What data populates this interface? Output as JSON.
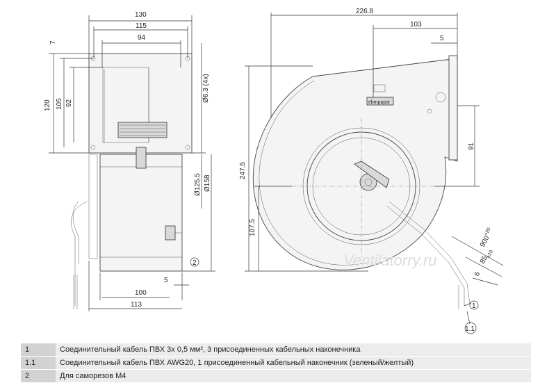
{
  "side_view": {
    "dims": {
      "w130": "130",
      "w115": "115",
      "w94": "94",
      "h7": "7",
      "h120": "120",
      "h105": "105",
      "h92": "92",
      "hole": "Ø6.3 (4x)",
      "d125": "Ø125.5",
      "d158": "Ø158",
      "w100": "100",
      "w5": "5",
      "w113": "113"
    },
    "callout_2": "2"
  },
  "front_view": {
    "dims": {
      "w226": "226.8",
      "w103": "103",
      "w5": "5",
      "h91": "91",
      "h247": "247.5",
      "h107": "107.5",
      "cable": "900",
      "cable_tol": "+20",
      "strip": "85",
      "strip_tol": "±10",
      "w6": "6"
    },
    "brand": "ebmpapst",
    "watermark": "Ventilatorry.ru",
    "callout_1": "1",
    "callout_11": "1.1"
  },
  "legend": [
    {
      "num": "1",
      "text": "Соединительный кабель ПВХ 3x 0,5 мм², 3 присоединенных кабельных наконечника"
    },
    {
      "num": "1.1",
      "text": "Соединительный кабель ПВХ AWG20, 1 присоединенный кабельный наконечник (зеленый/желтый)"
    },
    {
      "num": "2",
      "text": "Для саморезов M4"
    }
  ]
}
